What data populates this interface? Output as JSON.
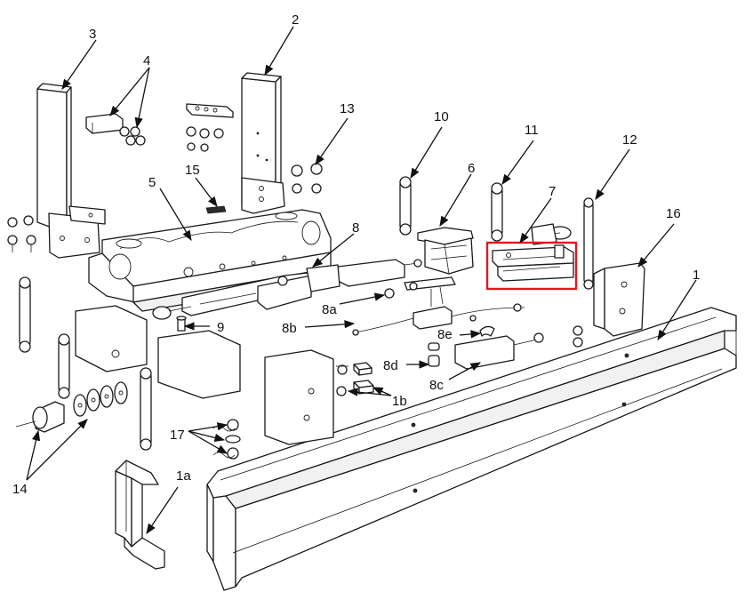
{
  "callouts": {
    "c1": "1",
    "c1a": "1a",
    "c1b": "1b",
    "c2": "2",
    "c3": "3",
    "c4": "4",
    "c5": "5",
    "c6": "6",
    "c7": "7",
    "c8": "8",
    "c8a": "8a",
    "c8b": "8b",
    "c8c": "8c",
    "c8d": "8d",
    "c8e": "8e",
    "c9": "9",
    "c10": "10",
    "c11": "11",
    "c12": "12",
    "c13": "13",
    "c14": "14",
    "c15": "15",
    "c16": "16",
    "c17": "17"
  },
  "highlight": {
    "part": "7",
    "color": "#e0191f"
  },
  "colors": {
    "line": "#1a1a1a",
    "background": "#ffffff"
  }
}
